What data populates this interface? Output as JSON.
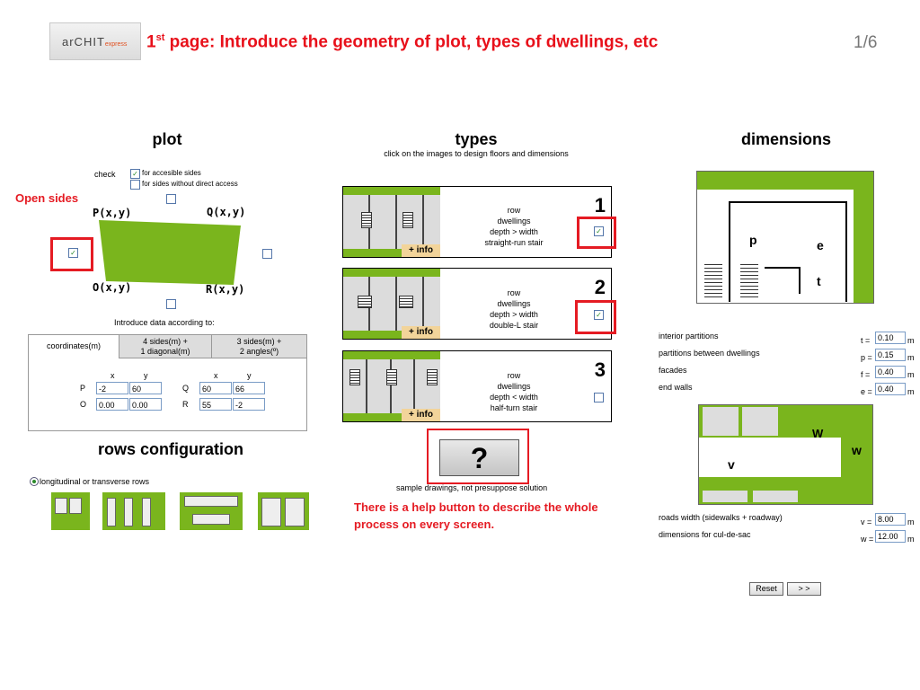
{
  "header": {
    "logo_text": "arCHIT",
    "logo_sub": "express",
    "title_prefix": "1",
    "title_sup": "st",
    "title_rest": " page: Introduce the geometry of plot, types of dwellings, etc",
    "page_num": "1/6"
  },
  "plot": {
    "title": "plot",
    "check_label": "check",
    "legend_checked": "for accesible sides",
    "legend_unchecked": "for sides without direct access",
    "open_sides_note": "Open sides",
    "P": "P(x,y)",
    "Q": "Q(x,y)",
    "O": "O(x,y)",
    "R": "R(x,y)",
    "intro_text": "Introduce data according to:",
    "tabs": [
      "coordinates(m)",
      "4 sides(m) +\n1 diagonal(m)",
      "3 sides(m) +\n2 angles(º)"
    ],
    "col_x": "x",
    "col_y": "y",
    "rows": [
      {
        "a": "P",
        "ax": "-2",
        "ay": "60",
        "b": "Q",
        "bx": "60",
        "by": "66"
      },
      {
        "a": "O",
        "ax": "0.00",
        "ay": "0.00",
        "b": "R",
        "bx": "55",
        "by": "-2"
      }
    ]
  },
  "rows_config": {
    "title": "rows configuration",
    "option": "longitudinal or transverse rows"
  },
  "types": {
    "title": "types",
    "subtitle": "click on the images to design floors and dimensions",
    "info_label": "+ info",
    "items": [
      {
        "num": "1",
        "line1": "row",
        "line2": "dwellings",
        "line3": "depth > width",
        "line4": "straight-run stair",
        "checked": true
      },
      {
        "num": "2",
        "line1": "row",
        "line2": "dwellings",
        "line3": "depth > width",
        "line4": "double-L stair",
        "checked": true
      },
      {
        "num": "3",
        "line1": "row",
        "line2": "dwellings",
        "line3": "depth < width",
        "line4": "half-turn stair",
        "checked": false
      }
    ],
    "help_symbol": "?",
    "sample_note": "sample drawings, not presuppose solution",
    "help_note": "There is a help button to describe the whole process on every screen."
  },
  "dimensions": {
    "title": "dimensions",
    "labels": {
      "p": "p",
      "e": "e",
      "t": "t",
      "w": "w",
      "W": "W",
      "v": "v"
    },
    "items": [
      {
        "label": "interior partitions",
        "sym": "t =",
        "value": "0.10",
        "unit": "m"
      },
      {
        "label": "partitions between dwellings",
        "sym": "p =",
        "value": "0.15",
        "unit": "m"
      },
      {
        "label": "facades",
        "sym": "f =",
        "value": "0.40",
        "unit": "m"
      },
      {
        "label": "end walls",
        "sym": "e =",
        "value": "0.40",
        "unit": "m"
      }
    ],
    "road_items": [
      {
        "label": "roads width (sidewalks + roadway)",
        "sym": "v =",
        "value": "8.00",
        "unit": "m"
      },
      {
        "label": "dimensions for cul-de-sac",
        "sym": "w =",
        "value": "12.00",
        "unit": "m"
      }
    ],
    "reset_label": "Reset",
    "next_label": "> >"
  },
  "colors": {
    "accent_red": "#e51b23",
    "plot_green": "#7ab51d",
    "info_orange": "#f2d49a"
  }
}
